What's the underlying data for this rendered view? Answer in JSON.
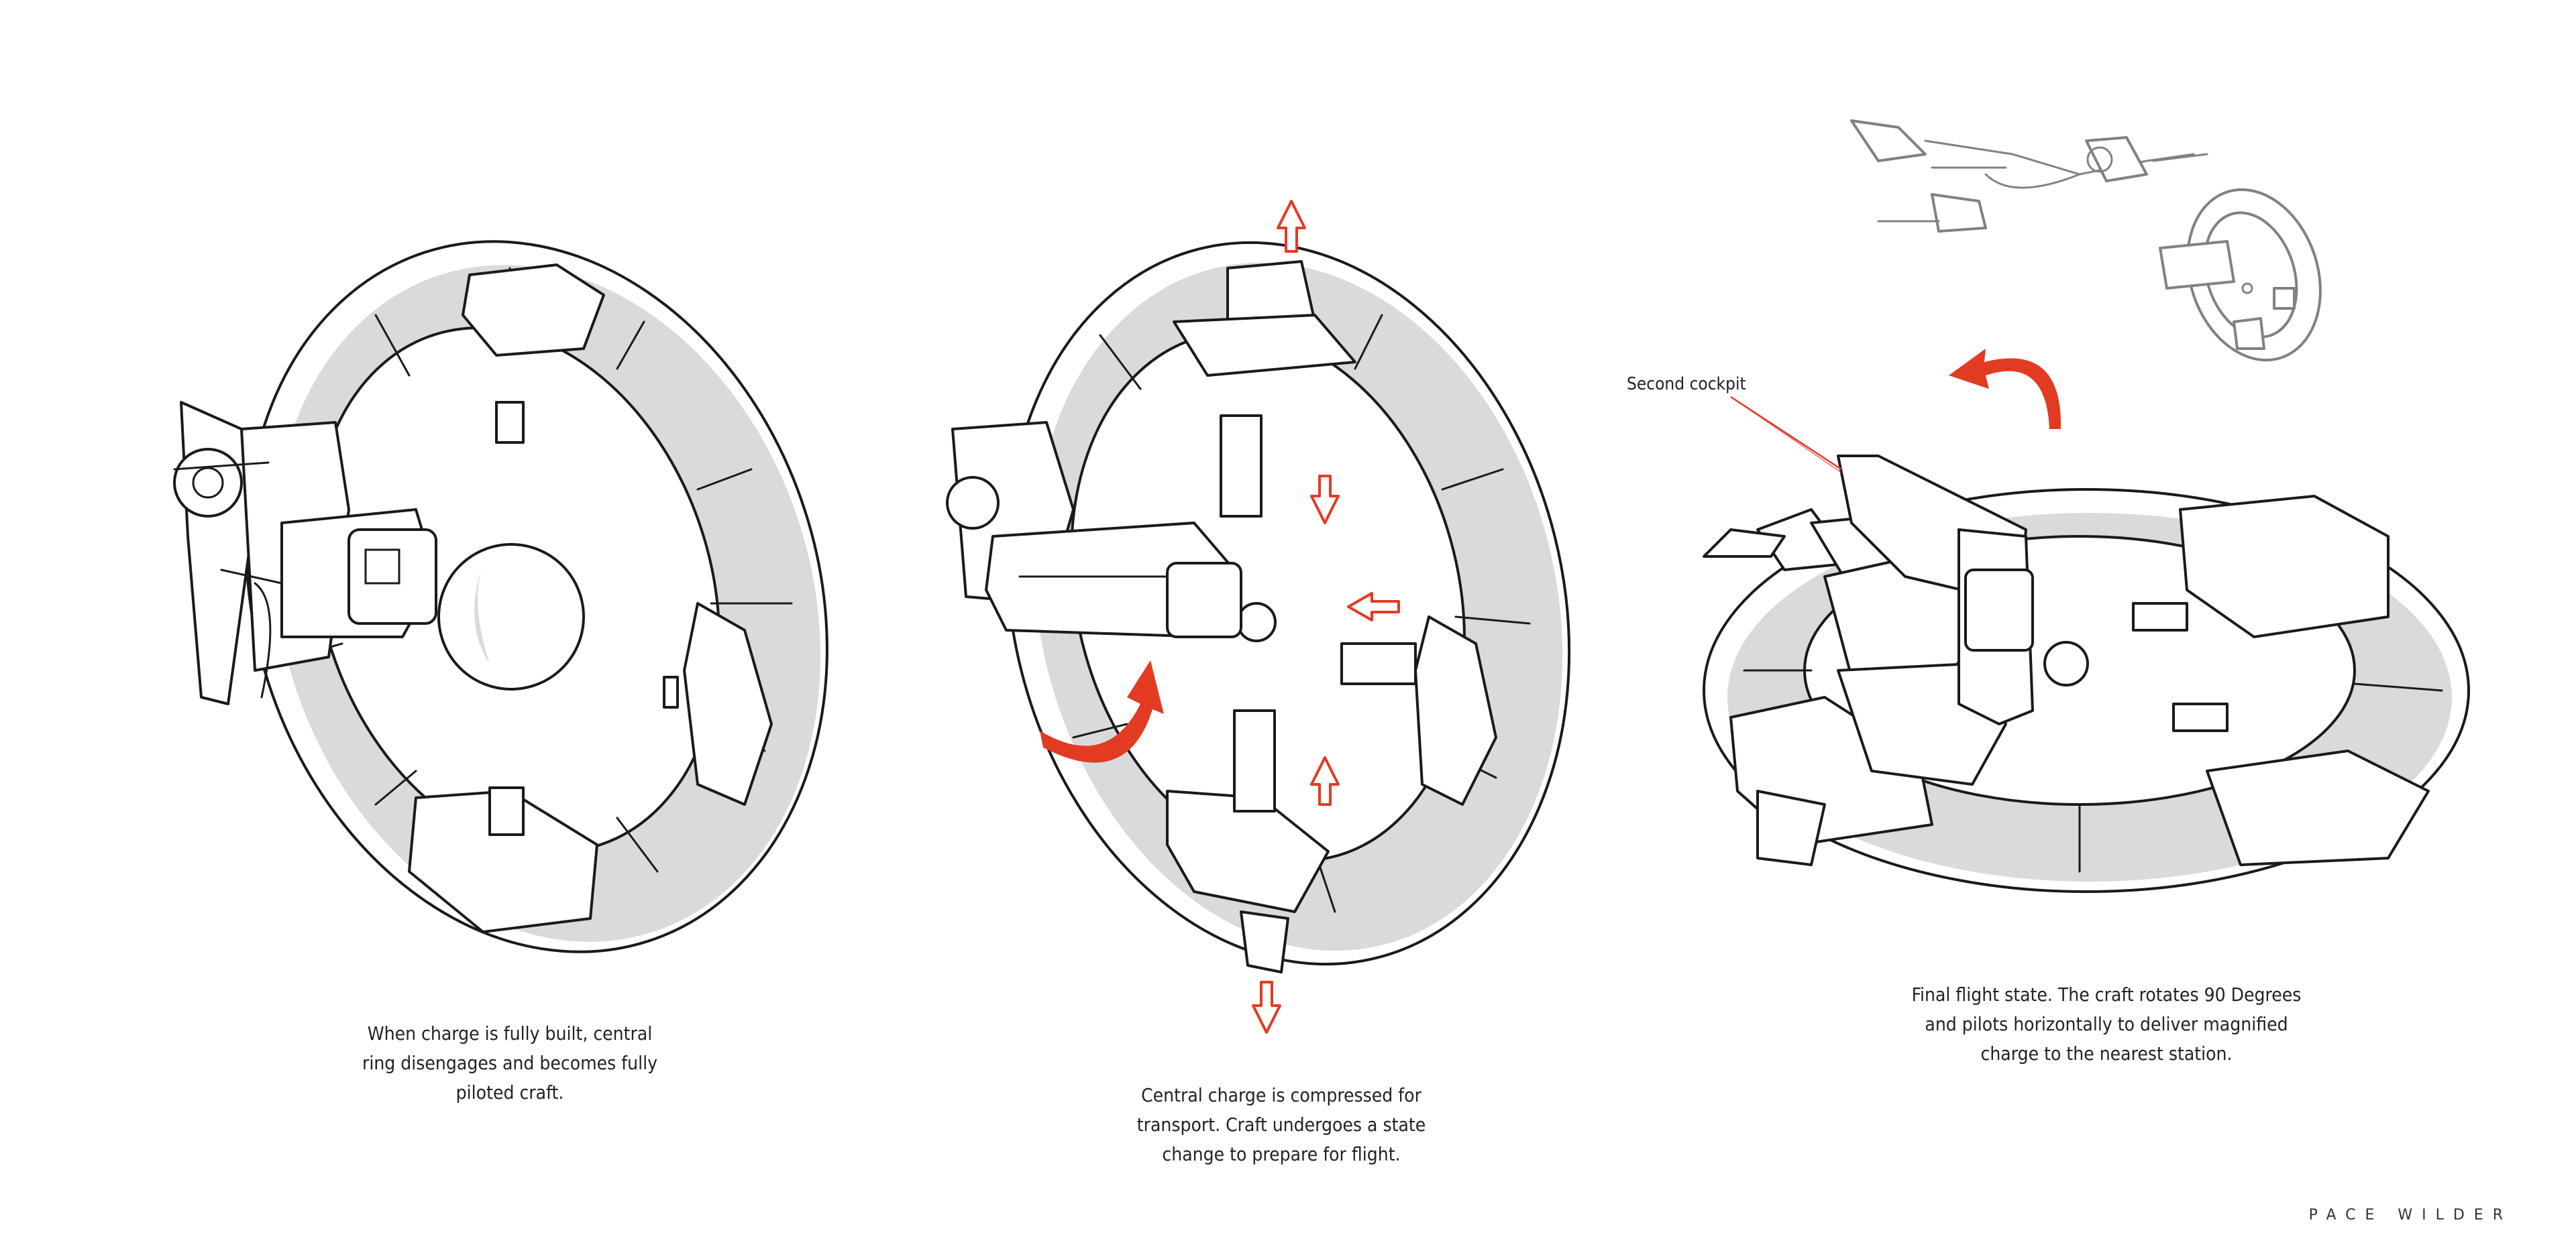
{
  "captions": {
    "left": "When charge is fully built, central\nring disengages and becomes fully\npiloted craft.",
    "middle": "Central charge is compressed for\ntransport. Craft undergoes a state\nchange to prepare for flight.",
    "right": "Final flight state. The craft rotates 90 Degrees\nand pilots horizontally to deliver magnified\ncharge to the nearest station."
  },
  "callout": "Second cockpit",
  "credit": "PACE WILDER",
  "colors": {
    "ink": "#1a1a1a",
    "shade": "#dadada",
    "accent": "#e23b22"
  }
}
